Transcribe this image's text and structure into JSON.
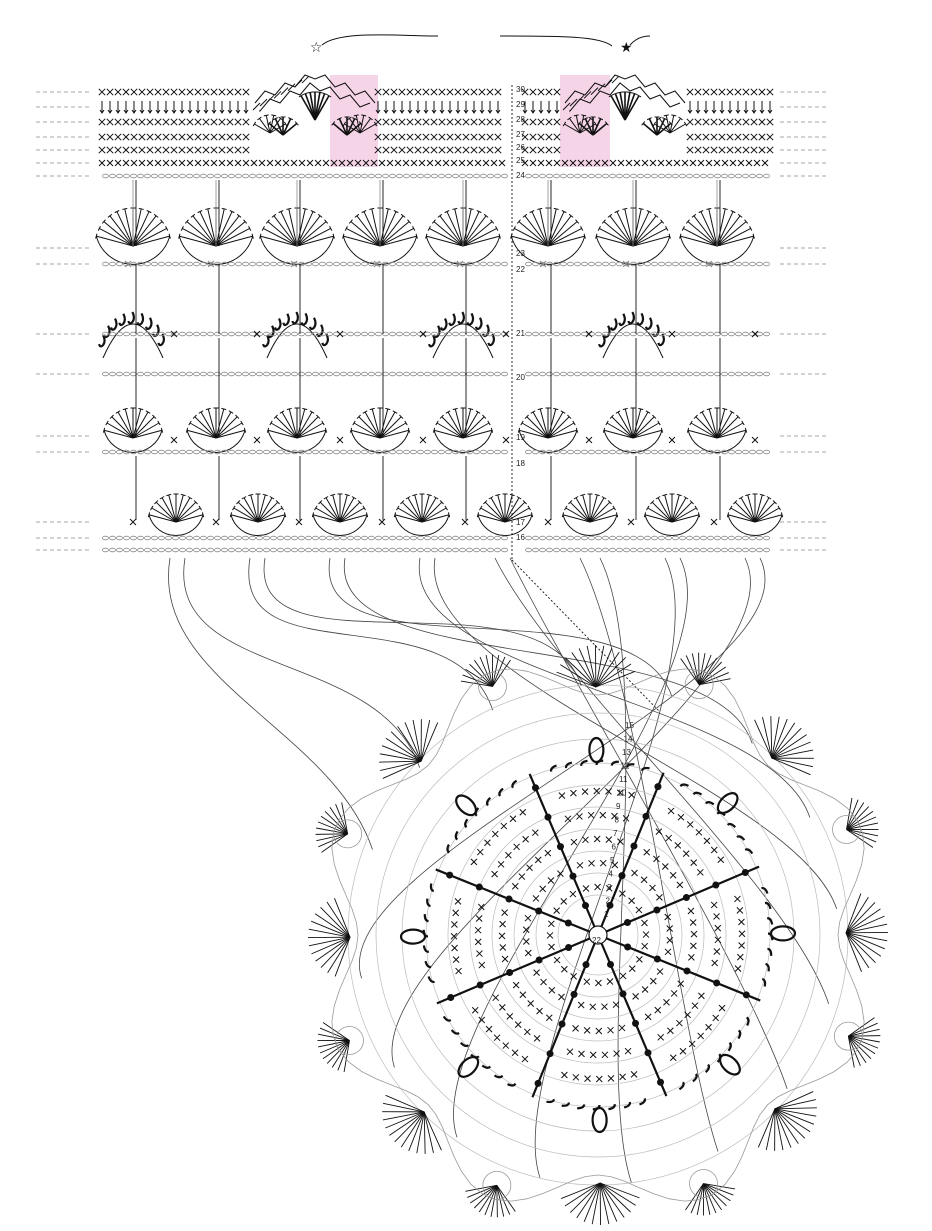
{
  "diagram": {
    "rows_flat": [
      {
        "label": "30"
      },
      {
        "label": "29"
      },
      {
        "label": "28"
      },
      {
        "label": "27"
      },
      {
        "label": "26"
      },
      {
        "label": "25"
      },
      {
        "label": "24"
      },
      {
        "label": "23"
      },
      {
        "label": "22"
      },
      {
        "label": "21"
      },
      {
        "label": "20"
      },
      {
        "label": "19"
      },
      {
        "label": "18"
      },
      {
        "label": "17"
      },
      {
        "label": "16"
      }
    ],
    "rows_round": [
      {
        "label": "15"
      },
      {
        "label": "14"
      },
      {
        "label": "13"
      },
      {
        "label": "12"
      },
      {
        "label": "11"
      },
      {
        "label": "10"
      },
      {
        "label": "9"
      },
      {
        "label": "8"
      },
      {
        "label": "7"
      },
      {
        "label": "6"
      },
      {
        "label": "5"
      },
      {
        "label": "4"
      },
      {
        "label": "3"
      },
      {
        "label": "2"
      },
      {
        "label": "1"
      }
    ],
    "center_label": "22",
    "start_markers": {
      "open": "☆",
      "filled": "★"
    },
    "accent_color": "#f3c6df",
    "line_color": "#111111",
    "light_color": "#8a8a8a"
  }
}
